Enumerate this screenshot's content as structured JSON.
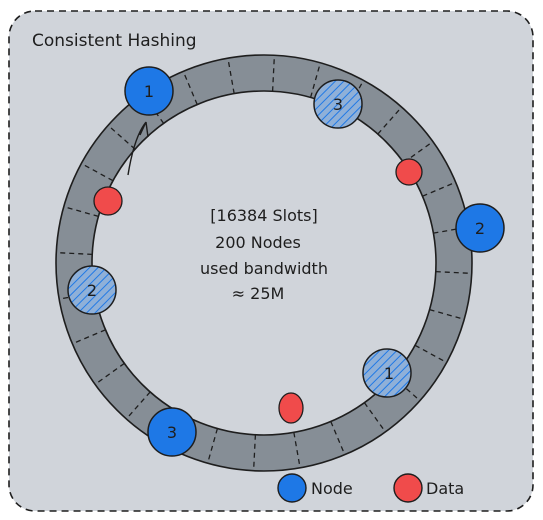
{
  "title": "Consistent Hashing",
  "center_text": {
    "line1": "[16384 Slots]",
    "line2": "200 Nodes",
    "line3": "used bandwidth",
    "line4": "≈ 25M"
  },
  "nodes": [
    {
      "label": "1",
      "style": "solid"
    },
    {
      "label": "3",
      "style": "hatched"
    },
    {
      "label": "2",
      "style": "solid"
    },
    {
      "label": "1",
      "style": "hatched"
    },
    {
      "label": "3",
      "style": "solid"
    },
    {
      "label": "2",
      "style": "hatched"
    }
  ],
  "data_points": 3,
  "legend": {
    "node_label": "Node",
    "data_label": "Data"
  },
  "colors": {
    "panel_bg": "#d0d4da",
    "ring": "#868e96",
    "node": "#1e78e6",
    "node_hatched": "#8fb0d8",
    "data": "#f04b4b",
    "stroke": "#1e1e1e"
  }
}
